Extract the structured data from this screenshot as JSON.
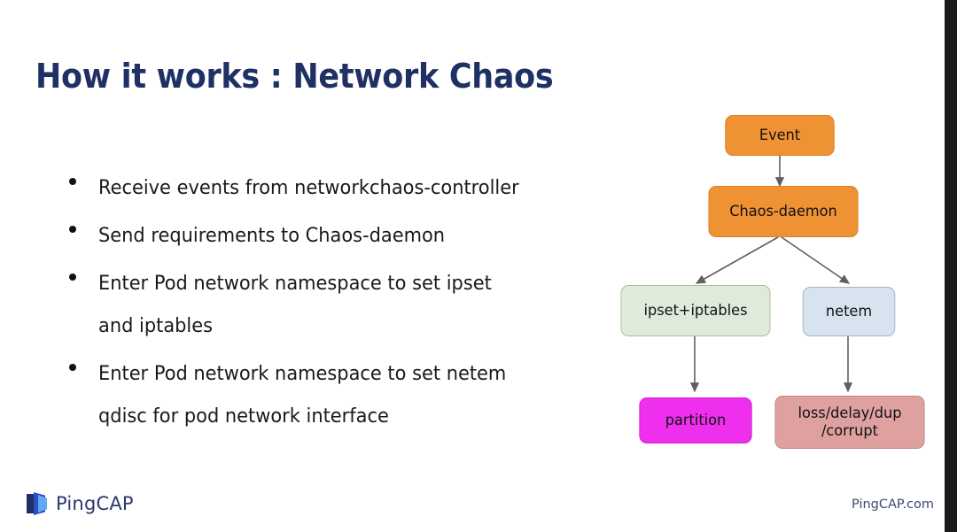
{
  "slide": {
    "title": "How it works : Network Chaos",
    "title_color": "#1f3164",
    "background_color": "#ffffff"
  },
  "bullets": [
    {
      "text": "Receive events from networkchaos-controller"
    },
    {
      "text": "Send requirements to Chaos-daemon"
    },
    {
      "text": "Enter Pod network namespace to set ipset\nand iptables"
    },
    {
      "text": "Enter Pod network namespace to set netem\nqdisc for pod network interface"
    }
  ],
  "diagram": {
    "nodes": [
      {
        "id": "event",
        "label": "Event",
        "fill": "#ef9234",
        "border": "#d88324"
      },
      {
        "id": "chaos",
        "label": "Chaos-daemon",
        "fill": "#ef9234",
        "border": "#d88324"
      },
      {
        "id": "ipset",
        "label": "ipset+iptables",
        "fill": "#dfeada",
        "border": "#a9bda2"
      },
      {
        "id": "netem",
        "label": "netem",
        "fill": "#d7e3ef",
        "border": "#a3b4c4"
      },
      {
        "id": "partition",
        "label": "partition",
        "fill": "#ee30ee",
        "border": "#cf21cf"
      },
      {
        "id": "loss",
        "label": "loss/delay/dup\n/corrupt",
        "fill": "#dfa0a0",
        "border": "#c08585"
      }
    ],
    "edges": [
      {
        "from": "event",
        "to": "chaos"
      },
      {
        "from": "chaos",
        "to": "ipset"
      },
      {
        "from": "chaos",
        "to": "netem"
      },
      {
        "from": "ipset",
        "to": "partition"
      },
      {
        "from": "netem",
        "to": "loss"
      }
    ],
    "arrow_color": "#606060"
  },
  "footer": {
    "brand": "PingCAP",
    "url": "PingCAP.com"
  }
}
